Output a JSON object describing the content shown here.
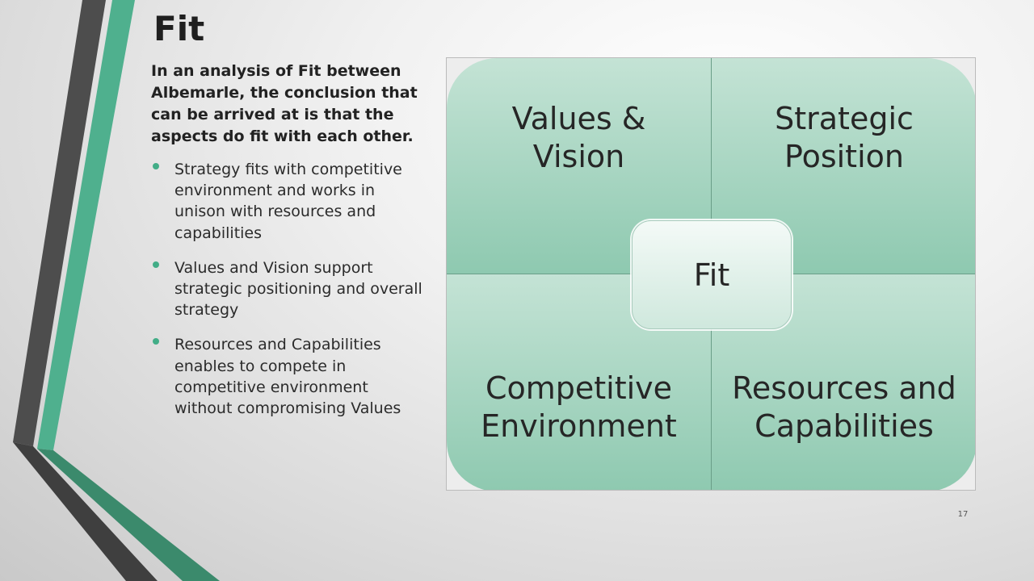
{
  "slide": {
    "title": "Fit",
    "intro": "In an analysis of Fit between Albemarle, the conclusion that can be arrived at is that the aspects do fit with each other.",
    "bullets": [
      "Strategy fits with competitive environment and works in unison with resources and capabilities",
      "Values and Vision support strategic positioning and overall strategy",
      "Resources and Capabilities enables to compete in competitive environment without compromising Values"
    ],
    "slide_number": "17"
  },
  "diagram": {
    "quadrants": [
      {
        "lines": [
          "Values &",
          "Vision"
        ]
      },
      {
        "lines": [
          "Strategic",
          "Position"
        ]
      },
      {
        "lines": [
          "Competitive",
          "Environment"
        ]
      },
      {
        "lines": [
          "Resources and",
          "Capabilities"
        ]
      }
    ],
    "center_label": "Fit"
  },
  "colors": {
    "accent_green": "#42ad87",
    "quadrant_light": "#c4e3d5",
    "quadrant_dark": "#8ec9b0",
    "stripe_dark": "#4a4a4a"
  }
}
